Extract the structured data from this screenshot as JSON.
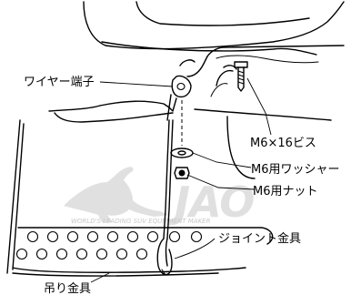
{
  "labels": {
    "wire_terminal": "ワイヤー端子",
    "screw": "M6×16ビス",
    "washer": "M6用ワッシャー",
    "nut": "M6用ナット",
    "joint_bracket": "ジョイント金具",
    "hanging_bracket": "吊り金具"
  },
  "watermark": {
    "brand": "JAO",
    "tagline": "WORLD'S LEADING SUV EQUIPMENT MAKER"
  },
  "colors": {
    "line": "#000000",
    "watermark": "#c8c8c8",
    "background": "#ffffff"
  }
}
